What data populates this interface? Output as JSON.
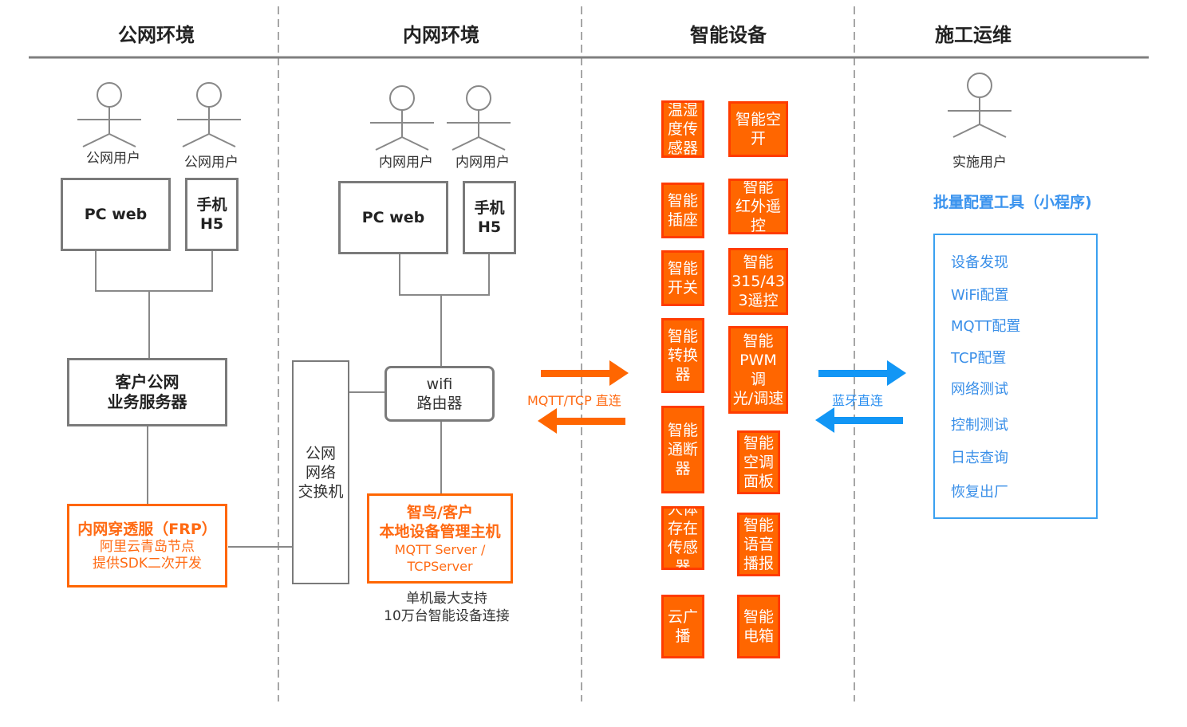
{
  "columns": [
    {
      "title": "公网环境"
    },
    {
      "title": "内网环境"
    },
    {
      "title": "智能设备"
    },
    {
      "title": "施工运维"
    }
  ],
  "public": {
    "actors": [
      "公网用户",
      "公网用户"
    ],
    "pc_web": "PC web",
    "mobile_line1": "手机",
    "mobile_line2": "H5",
    "server_line1": "客户公网",
    "server_line2": "业务服务器",
    "frp_title": "内网穿透服（FRP）",
    "frp_line2": "阿里云青岛节点",
    "frp_line3": "提供SDK二次开发"
  },
  "intranet": {
    "actors": [
      "内网用户",
      "内网用户"
    ],
    "pc_web": "PC web",
    "mobile_line1": "手机",
    "mobile_line2": "H5",
    "switch_lines": [
      "公网",
      "网络",
      "交换机"
    ],
    "router_line1": "wifi",
    "router_line2": "路由器",
    "host_line1": "智鸟/客户",
    "host_line2": "本地设备管理主机",
    "host_line3": "MQTT Server /",
    "host_line4": "TCPServer",
    "note_line1": "单机最大支持",
    "note_line2": "10万台智能设备连接"
  },
  "link_mqtt": {
    "label": "MQTT/TCP 直连",
    "color": "#ff6600"
  },
  "link_bluetooth": {
    "label": "蓝牙直连",
    "color": "#1296f5"
  },
  "devices_left": [
    {
      "lines": [
        "温湿",
        "度传",
        "感器"
      ]
    },
    {
      "lines": [
        "智能",
        "插座"
      ]
    },
    {
      "lines": [
        "智能",
        "开关"
      ]
    },
    {
      "lines": [
        "智能",
        "转换",
        "器"
      ]
    },
    {
      "lines": [
        "智能",
        "通断",
        "器"
      ]
    },
    {
      "lines": [
        "人体",
        "存在",
        "传感",
        "器"
      ]
    },
    {
      "lines": [
        "云广",
        "播"
      ]
    }
  ],
  "devices_right": [
    {
      "lines": [
        "智能空",
        "开"
      ]
    },
    {
      "lines": [
        "智能",
        "红外遥",
        "控"
      ]
    },
    {
      "lines": [
        "智能",
        "315/43",
        "3遥控"
      ]
    },
    {
      "lines": [
        "智能",
        "PWM调",
        "光/调速"
      ]
    },
    {
      "lines": [
        "智能",
        "空调",
        "面板"
      ]
    },
    {
      "lines": [
        "智能",
        "语音",
        "播报"
      ]
    },
    {
      "lines": [
        "智能",
        "电箱"
      ]
    }
  ],
  "ops": {
    "actor": "实施用户",
    "tool_title": "批量配置工具（小程序)",
    "tool_items": [
      "设备发现",
      "WiFi配置",
      "MQTT配置",
      "TCP配置",
      "网络测试",
      "控制测试",
      "日志查询",
      "恢复出厂"
    ]
  },
  "colors": {
    "orange": "#ff6600",
    "blue": "#1296f5",
    "gray": "#7a7a7a"
  }
}
